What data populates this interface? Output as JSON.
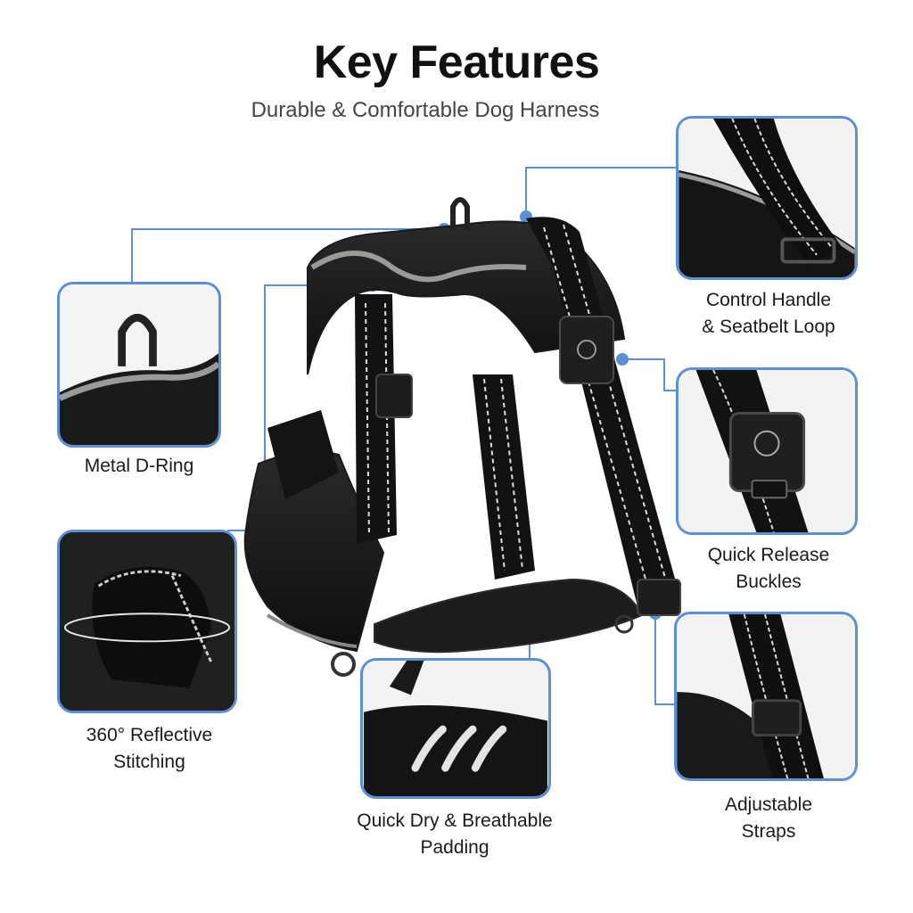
{
  "header": {
    "title": "Key Features",
    "subtitle": "Durable & Comfortable Dog Harness"
  },
  "features": [
    {
      "id": "d-ring",
      "icon": "d-ring-closeup",
      "lines": [
        "Metal D-Ring"
      ]
    },
    {
      "id": "reflective",
      "icon": "reflective-360-closeup",
      "lines": [
        "360° Reflective",
        "Stitching"
      ]
    },
    {
      "id": "padding",
      "icon": "breathable-padding-closeup",
      "lines": [
        "Quick Dry & Breathable",
        "Padding"
      ]
    },
    {
      "id": "handle",
      "icon": "control-handle-closeup",
      "lines": [
        "Control Handle",
        "& Seatbelt Loop"
      ]
    },
    {
      "id": "buckles",
      "icon": "buckle-closeup",
      "lines": [
        "Quick Release",
        "Buckles"
      ]
    },
    {
      "id": "straps",
      "icon": "strap-closeup",
      "lines": [
        "Adjustable",
        "Straps"
      ]
    }
  ],
  "colors": {
    "accent": "#5b8fd6",
    "harness": "#111111",
    "reflective": "#e8e8e8"
  }
}
